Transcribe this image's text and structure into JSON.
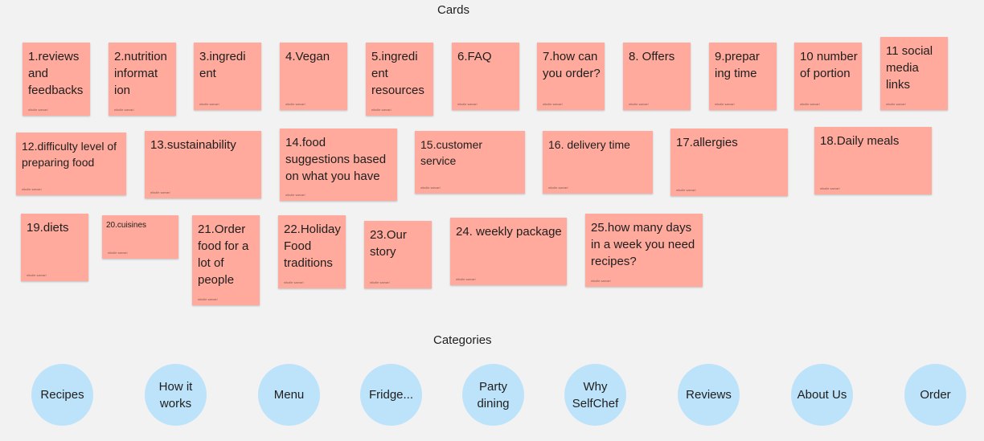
{
  "sections": {
    "cards_title": "Cards",
    "categories_title": "Categories"
  },
  "colors": {
    "background": "#f3f2f2",
    "card": "#ffaa9c",
    "circle": "#bde3fa"
  },
  "cards": [
    {
      "text": "1.reviews and feedbacks",
      "author": "nikolle sarvari"
    },
    {
      "text": "2.nutrition informat ion",
      "author": "nikolle sarvari"
    },
    {
      "text": "3.ingredi ent",
      "author": "nikolle sarvari"
    },
    {
      "text": "4.Vegan",
      "author": "nikolle sarvari"
    },
    {
      "text": "5.ingredi ent resources",
      "author": "nikolle sarvari"
    },
    {
      "text": "6.FAQ",
      "author": "nikolle sarvari"
    },
    {
      "text": "7.how can you order?",
      "author": "nikolle sarvari"
    },
    {
      "text": "8.  Offers",
      "author": "nikolle sarvari"
    },
    {
      "text": "9.prepar ing time",
      "author": "nikolle sarvari"
    },
    {
      "text": "10 number of portion",
      "author": "nikolle sarvari"
    },
    {
      "text": "11 social media links",
      "author": "nikolle sarvari"
    },
    {
      "text": "12.difficulty level of preparing food",
      "author": "nikolle sarvari"
    },
    {
      "text": "13.sustainability",
      "author": "nikolle sarvari"
    },
    {
      "text": "14.food suggestions based on what you have",
      "author": "nikolle sarvari"
    },
    {
      "text": "15.customer service",
      "author": "nikolle sarvari"
    },
    {
      "text": "16.  delivery time",
      "author": "nikolle sarvari"
    },
    {
      "text": "17.allergies",
      "author": "nikolle sarvari"
    },
    {
      "text": "18.Daily meals",
      "author": "nikolle sarvari"
    },
    {
      "text": "19.diets",
      "author": "nikolle sarvari"
    },
    {
      "text": "20.cuisines",
      "author": "nikolle sarvari"
    },
    {
      "text": "21.Order food for a lot of people",
      "author": "nikolle sarvari"
    },
    {
      "text": "22.Holiday Food traditions",
      "author": "nikolle sarvari"
    },
    {
      "text": "23.Our story",
      "author": "nikolle sarvari"
    },
    {
      "text": "24. weekly package",
      "author": "nikolle sarvari"
    },
    {
      "text": "25.how many days in a week you need recipes?",
      "author": "nikolle sarvari"
    }
  ],
  "categories": [
    {
      "label": "Recipes"
    },
    {
      "label": "How it works"
    },
    {
      "label": "Menu"
    },
    {
      "label": "Fridge..."
    },
    {
      "label": "Party dining"
    },
    {
      "label": "Why SelfChef"
    },
    {
      "label": "Reviews"
    },
    {
      "label": "About Us"
    },
    {
      "label": "Order"
    }
  ]
}
